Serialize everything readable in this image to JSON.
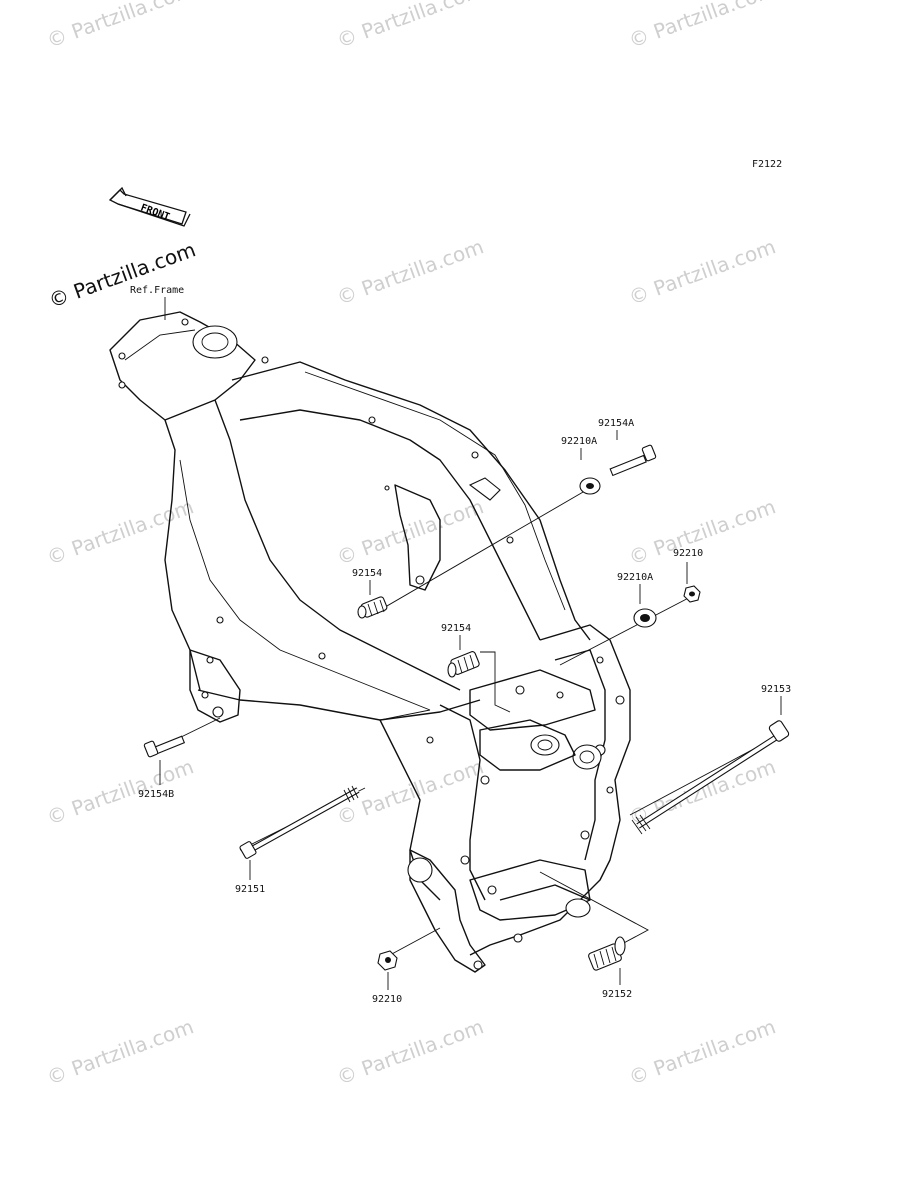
{
  "diagram_code": "F2122",
  "watermark_text": "© Partzilla.com",
  "front_arrow_text": "FRONT",
  "ref_label": "Ref.Frame",
  "parts": {
    "p92154A": "92154A",
    "p92210A": "92210A",
    "p92210_top": "92210",
    "p92210A_mid": "92210A",
    "p92154_left": "92154",
    "p92154_center": "92154",
    "p92153": "92153",
    "p92154B": "92154B",
    "p92151": "92151",
    "p92210_bottom": "92210",
    "p92152": "92152"
  },
  "colors": {
    "line": "#111111",
    "watermark": "#cfcfcf",
    "background": "#ffffff"
  }
}
